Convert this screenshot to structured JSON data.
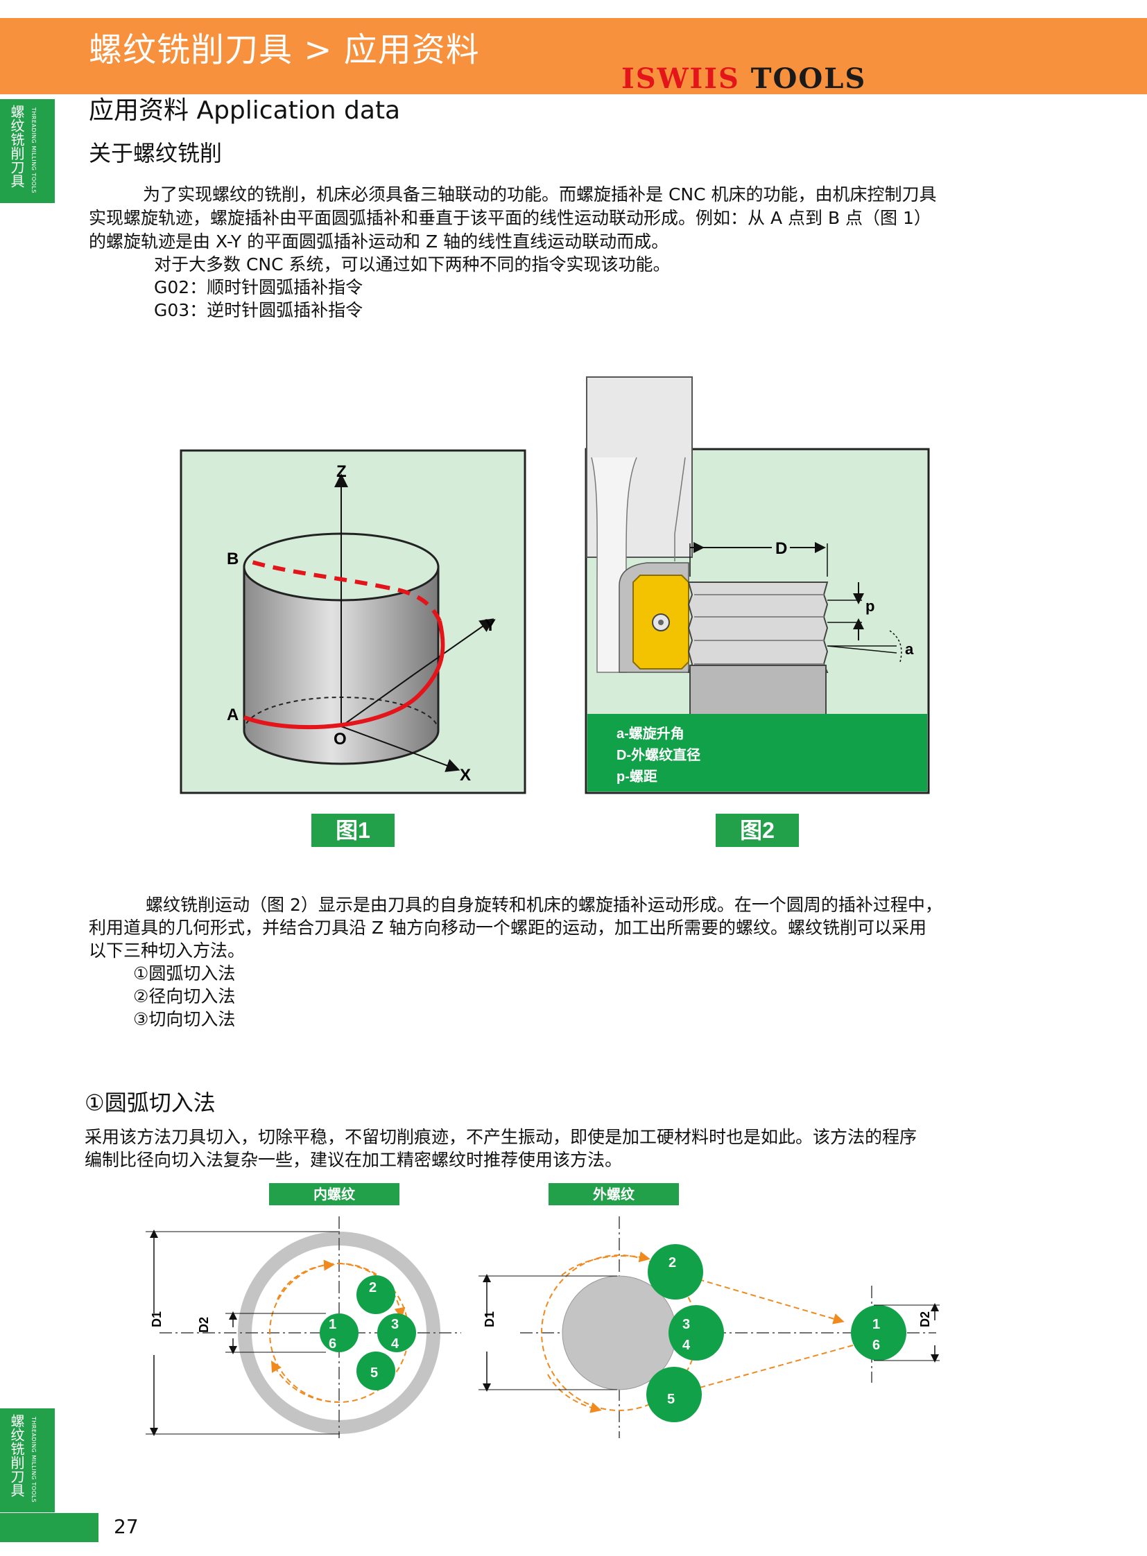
{
  "header": {
    "title": "螺纹铣削刀具 > 应用资料",
    "brand_part1": "ISWIIS",
    "brand_part2": "TOOLS"
  },
  "side_tab": {
    "title": "螺纹铣削刀具",
    "subtitle": "THREADING MILLING TOOLS"
  },
  "section": {
    "heading": "应用资料 Application data",
    "subheading": "关于螺纹铣削"
  },
  "intro": {
    "p1_line1": "为了实现螺纹的铣削，机床必须具备三轴联动的功能。而螺旋插补是 CNC 机床的功能，由机床控制刀具",
    "p1_line2": "实现螺旋轨迹，螺旋插补由平面圆弧插补和垂直于该平面的线性运动联动形成。例如：从 A 点到 B 点（图 1）",
    "p1_line3": "的螺旋轨迹是由 X-Y 的平面圆弧插补运动和 Z 轴的线性直线运动联动而成。",
    "p2": "对于大多数 CNC 系统，可以通过如下两种不同的指令实现该功能。",
    "g02": "G02：顺时针圆弧插补指令",
    "g03": "G03：逆时针圆弧插补指令"
  },
  "fig1": {
    "label": "图1",
    "axis_z": "Z",
    "axis_y": "Y",
    "axis_x": "X",
    "origin": "O",
    "point_a": "A",
    "point_b": "B"
  },
  "fig2": {
    "label": "图2",
    "dim_d": "D",
    "dim_p": "p",
    "dim_a": "a",
    "legend_a": "a-螺旋升角",
    "legend_d": "D-外螺纹直径",
    "legend_p": "p-螺距"
  },
  "milling": {
    "line1": "螺纹铣削运动（图 2）显示是由刀具的自身旋转和机床的螺旋插补运动形成。在一个圆周的插补过程中，",
    "line2": "利用道具的几何形式，并结合刀具沿 Z 轴方向移动一个螺距的运动，加工出所需要的螺纹。螺纹铣削可以采用",
    "line3": "以下三种切入方法。",
    "method1": "①圆弧切入法",
    "method2": "②径向切入法",
    "method3": "③切向切入法"
  },
  "arc_entry": {
    "heading": "①圆弧切入法",
    "line1": "采用该方法刀具切入，切除平稳，不留切削痕迹，不产生振动，即使是加工硬材料时也是如此。该方法的程序",
    "line2": "编制比径向切入法复杂一些，建议在加工精密螺纹时推荐使用该方法。",
    "internal_label": "内螺纹",
    "external_label": "外螺纹",
    "d1": "D1",
    "d2": "D2",
    "n1": "1",
    "n2": "2",
    "n3": "3",
    "n4": "4",
    "n5": "5",
    "n6": "6"
  },
  "footer": {
    "page_number": "27"
  },
  "colors": {
    "orange": "#f7913d",
    "green": "#22a04a",
    "red": "#e3151b",
    "figure_bg": "#d5ecd8"
  }
}
